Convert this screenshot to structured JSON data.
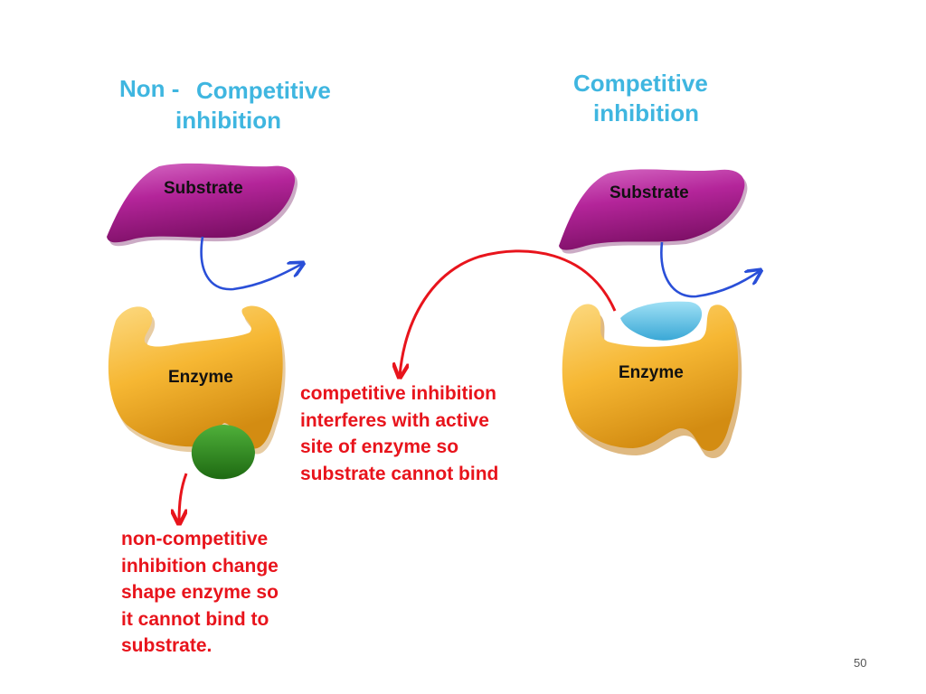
{
  "left_panel": {
    "title_part1": "Non -",
    "title_part2": "Competitive",
    "title_part3": "inhibition",
    "substrate_label": "Substrate",
    "enzyme_label": "Enzyme",
    "note_lines": [
      "non-competitive",
      "inhibition change",
      "shape enzyme so",
      "it cannot bind to",
      "substrate."
    ]
  },
  "right_panel": {
    "title_line1": "Competitive",
    "title_line2": "inhibition",
    "substrate_label": "Substrate",
    "enzyme_label": "Enzyme",
    "note_lines": [
      "competitive inhibition",
      "interferes with active",
      "site of enzyme so",
      "substrate cannot bind"
    ]
  },
  "colors": {
    "title": "#3fb6e0",
    "substrate": "#b4259a",
    "enzyme": "#f6b733",
    "noncompetitive_inhibitor": "#2e8a1e",
    "competitive_inhibitor": "#5cc4e8",
    "arrow_blue": "#2a4fd8",
    "arrow_red": "#e8141c"
  },
  "page_number": "50"
}
